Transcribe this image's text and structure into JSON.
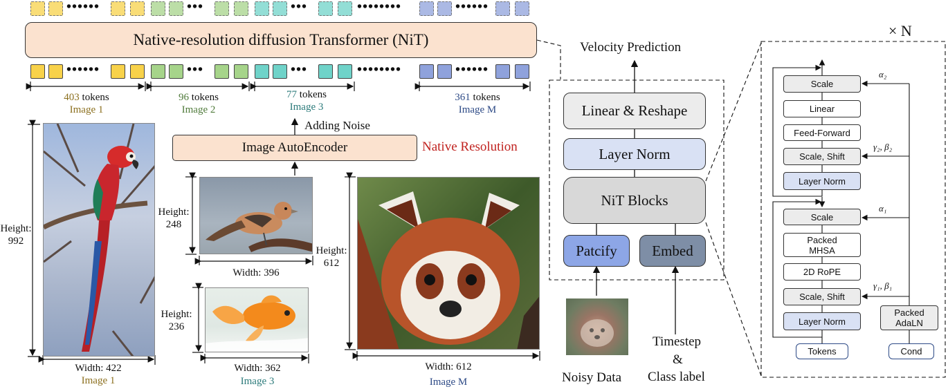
{
  "colors": {
    "peach": "#fbe2cf",
    "yellow": "#f8d24a",
    "green": "#a6d48a",
    "teal": "#6fd3c9",
    "blue": "#8fa2dc",
    "light_gray": "#ececec",
    "light_blue": "#d9e1f4",
    "patchify_blue": "#8da6e6",
    "embed_gray": "#7e8ea6",
    "native_red": "#c0221f",
    "image1_text": "#8b6f1e",
    "image2_text": "#4f7a3a",
    "image3_text": "#2b7a7a",
    "imagem_text": "#2d4a86"
  },
  "transformer_title": "Native-resolution diffusion Transformer (NiT)",
  "token_groups": [
    {
      "count": "403",
      "unit": " tokens",
      "name": "Image 1"
    },
    {
      "count": "96",
      "unit": " tokens",
      "name": "Image 2"
    },
    {
      "count": "77",
      "unit": " tokens",
      "name": "Image 3"
    },
    {
      "count": "361",
      "unit": " tokens",
      "name": "Image M"
    }
  ],
  "adding_noise": "Adding Noise",
  "autoencoder": "Image AutoEncoder",
  "native_resolution": "Native Resolution",
  "images": {
    "img1": {
      "height": "Height:\n992",
      "width": "Width: 422",
      "name": "Image 1"
    },
    "img2": {
      "height": "Height:\n248",
      "width": "Width: 396"
    },
    "img3": {
      "height": "Height:\n236",
      "width": "Width: 362",
      "name": "Image 3"
    },
    "imgm": {
      "height": "Height:\n612",
      "width": "Width: 612",
      "name": "Image M"
    }
  },
  "velocity": "Velocity Prediction",
  "middle": {
    "linear_reshape": "Linear & Reshape",
    "layer_norm": "Layer Norm",
    "nit_blocks": "NiT Blocks",
    "patcify": "Patcify",
    "embed": "Embed",
    "noisy_data": "Noisy Data",
    "timestep": "Timestep",
    "amp": "&",
    "class_label": "Class label"
  },
  "block": {
    "times_n": "× N",
    "scale_top": "Scale",
    "linear": "Linear",
    "feed_forward": "Feed-Forward",
    "scale_shift_top": "Scale, Shift",
    "layer_norm_top": "Layer Norm",
    "scale_bottom": "Scale",
    "packed_mhsa": "Packed\nMHSA",
    "rope": "2D RoPE",
    "scale_shift_bottom": "Scale, Shift",
    "layer_norm_bottom": "Layer Norm",
    "packed_adaln": "Packed\nAdaLN",
    "tokens": "Tokens",
    "cond": "Cond",
    "alpha2": "α₂",
    "gamma2beta2": "γ₂, β₂",
    "alpha1": "α₁",
    "gamma1beta1": "γ₁, β₁"
  }
}
